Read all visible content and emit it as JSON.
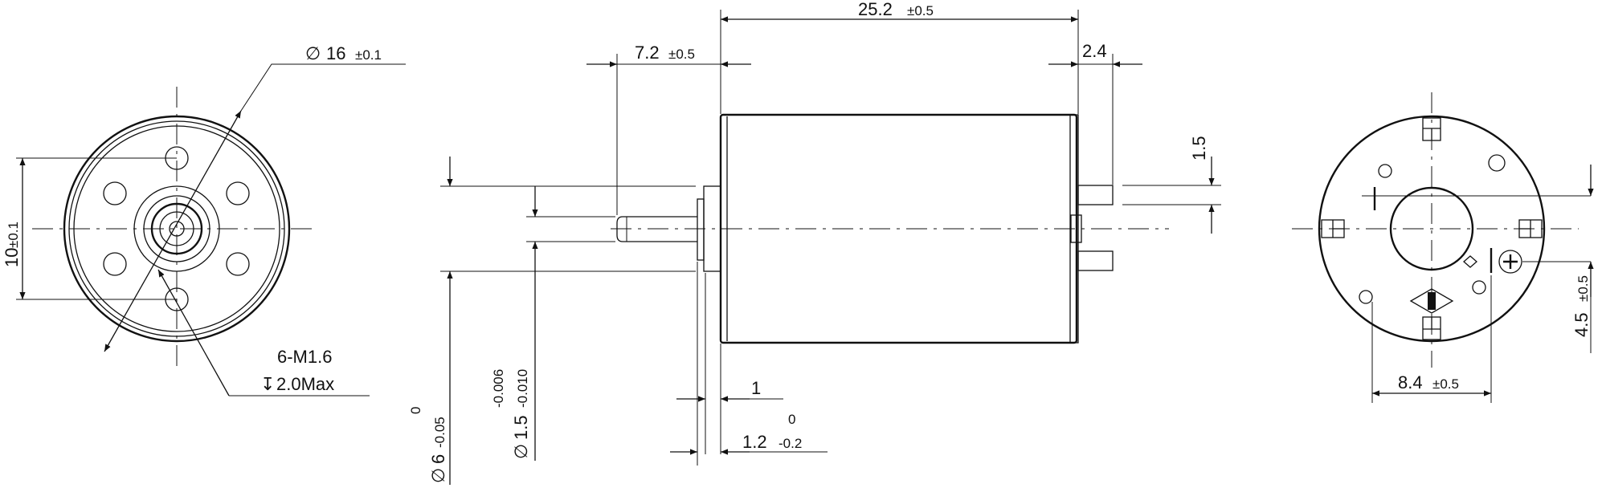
{
  "front_view": {
    "diameter_sym": "∅",
    "diameter_value": "16",
    "diameter_tol": "±0.1",
    "height_value": "10",
    "height_tol": "±0.1",
    "thread_spec": "6-M1.6",
    "depth_sym": "↧",
    "depth_value": "2.0Max"
  },
  "side_view": {
    "length_value": "25.2",
    "length_tol": "±0.5",
    "shaft_len_value": "7.2",
    "shaft_len_tol": "±0.5",
    "terminal_len": "2.4",
    "terminal_w": "1.5",
    "shaft_dia_sym": "∅",
    "shaft_dia_value": "1.5",
    "shaft_dia_tol_upper": "-0.006",
    "shaft_dia_tol_lower": "-0.010",
    "boss_dia_sym": "∅",
    "boss_dia_value": "6",
    "boss_dia_tol_upper": "0",
    "boss_dia_tol_lower": "-0.05",
    "boss_len": "1",
    "flange_len_value": "1.2",
    "flange_len_tol_upper": "0",
    "flange_len_tol_lower": "-0.2"
  },
  "rear_view": {
    "terminal_spacing_value": "8.4",
    "terminal_spacing_tol": "±0.5",
    "terminal_offset_value": "4.5",
    "terminal_offset_tol": "±0.5"
  }
}
